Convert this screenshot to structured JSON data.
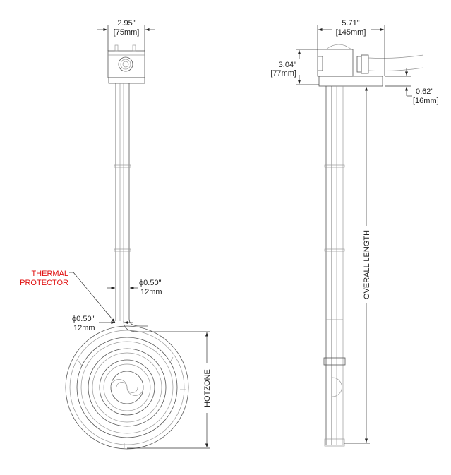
{
  "colors": {
    "line": "#555555",
    "label_red": "#e01010",
    "text": "#222222"
  },
  "side_view": {
    "width_in": "2.95\"",
    "width_mm": "[75mm]",
    "thermal_protector": [
      "THERMAL",
      "PROTECTOR"
    ],
    "sheath_dia_in": "ϕ0.50\"",
    "sheath_dia_mm": "12mm",
    "tp_dia_in": "ϕ0.50\"",
    "tp_dia_mm": "12mm",
    "hotzone": "HOTZONE"
  },
  "front_view": {
    "width_in": "5.71\"",
    "width_mm": "[145mm]",
    "height_in": "3.04\"",
    "height_mm": "[77mm]",
    "flange_in": "0.62\"",
    "flange_mm": "[16mm]",
    "overall_length": "OVERALL LENGTH"
  }
}
